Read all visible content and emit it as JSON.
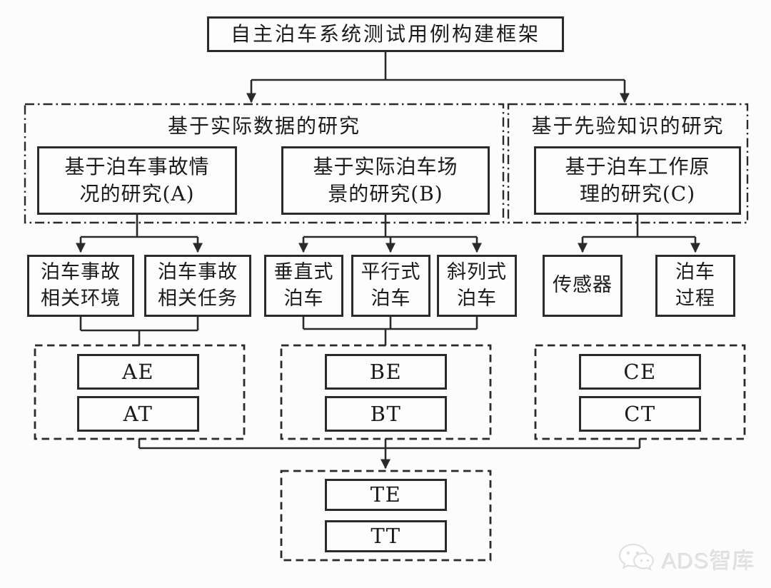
{
  "root": {
    "title": "自主泊车系统测试用例构建框架"
  },
  "groups": {
    "data_based": {
      "title": "基于实际数据的研究"
    },
    "prior_knowledge": {
      "title": "基于先验知识的研究"
    }
  },
  "nodes": {
    "a": {
      "lines": [
        "基于泊车事故情",
        "况的研究(A)"
      ]
    },
    "b": {
      "lines": [
        "基于实际泊车场",
        "景的研究(B)"
      ]
    },
    "c": {
      "lines": [
        "基于泊车工作原",
        "理的研究(C)"
      ]
    },
    "accident_env": {
      "lines": [
        "泊车事故",
        "相关环境"
      ]
    },
    "accident_task": {
      "lines": [
        "泊车事故",
        "相关任务"
      ]
    },
    "vertical_parking": {
      "lines": [
        "垂直式",
        "泊车"
      ]
    },
    "parallel_parking": {
      "lines": [
        "平行式",
        "泊车"
      ]
    },
    "angled_parking": {
      "lines": [
        "斜列式",
        "泊车"
      ]
    },
    "sensor": {
      "lines": [
        "传感器"
      ]
    },
    "parking_process": {
      "lines": [
        "泊车",
        "过程"
      ]
    },
    "ae": {
      "label": "AE"
    },
    "at": {
      "label": "AT"
    },
    "be": {
      "label": "BE"
    },
    "bt": {
      "label": "BT"
    },
    "ce": {
      "label": "CE"
    },
    "ct": {
      "label": "CT"
    },
    "te": {
      "label": "TE"
    },
    "tt": {
      "label": "TT"
    }
  },
  "watermark": {
    "label": "ADS智库",
    "icon": "wechat-icon"
  },
  "colors": {
    "line": "#2a2a2a",
    "text": "#1a1a1a",
    "background": "#fcfcfc",
    "watermark": "#e3e3e3"
  }
}
